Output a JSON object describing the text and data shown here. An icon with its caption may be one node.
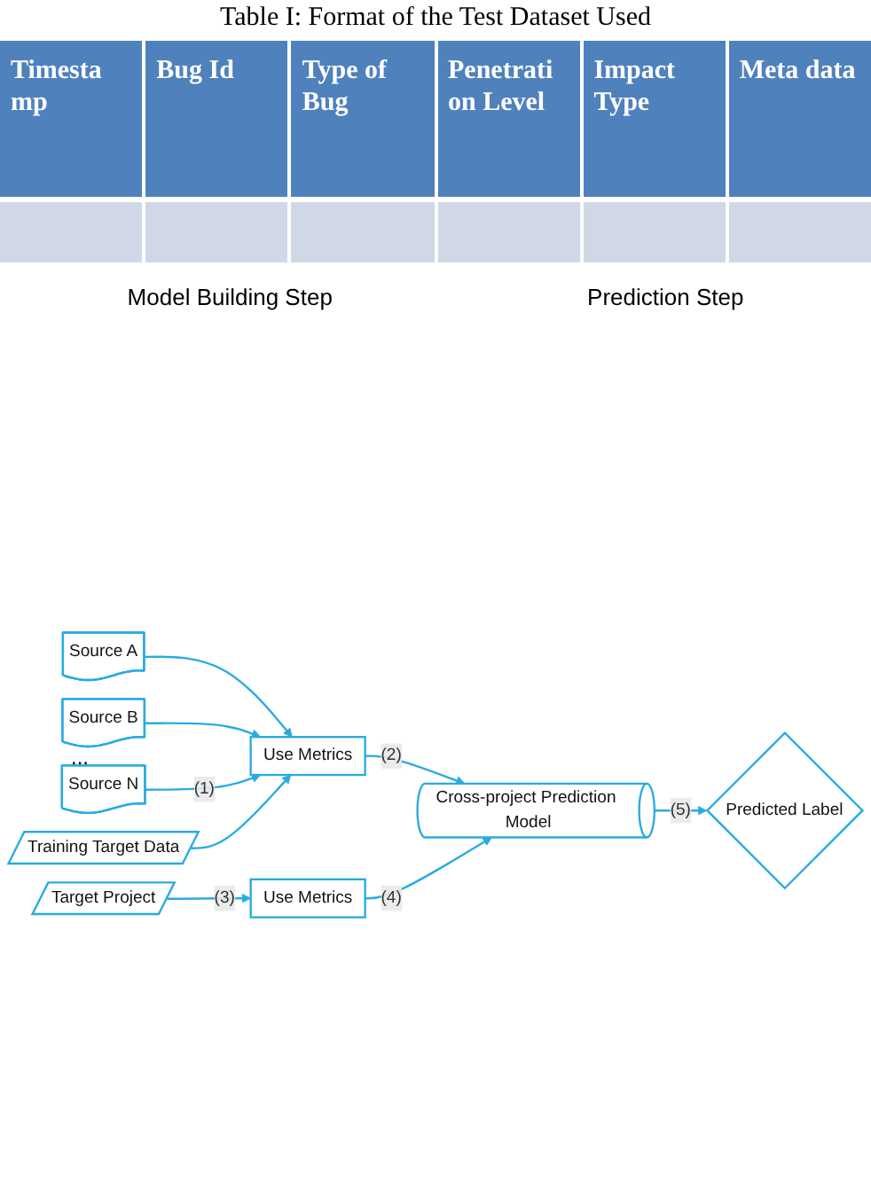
{
  "diagram": {
    "title": "Table I: Format of the Test Dataset Used",
    "nodes": [
      {
        "text": [
          "Source A"
        ]
      },
      {
        "text": [
          "Source B"
        ]
      },
      {
        "text": [
          "Source N"
        ]
      },
      {
        "text": [
          "Training Target Data"
        ]
      },
      {
        "text": [
          "Use Metrics"
        ]
      },
      {
        "text": [
          "Cross-project Prediction Model"
        ]
      },
      {
        "text": [
          "Target Project"
        ]
      },
      {
        "text": [
          "Use Metrics"
        ]
      },
      {
        "text": [
          "Predicted Label"
        ]
      }
    ],
    "edges": [
      {
        "from": 0,
        "to": 4,
        "arrow": "to"
      },
      {
        "from": 1,
        "to": 4,
        "arrow": "to"
      },
      {
        "from": 2,
        "to": 4,
        "arrow": "to",
        "label": "(1)"
      },
      {
        "from": 3,
        "to": 4,
        "arrow": "to"
      },
      {
        "from": 4,
        "to": 5,
        "arrow": "to",
        "label": "(2)"
      },
      {
        "from": 6,
        "to": 7,
        "arrow": "to",
        "label": "(3)"
      },
      {
        "from": 7,
        "to": 5,
        "arrow": "to",
        "label": "(4)"
      },
      {
        "from": 5,
        "to": 8,
        "arrow": "to",
        "label": "(5)"
      }
    ],
    "labels": [
      "Timesta mp",
      "Bug Id",
      "Type of Bug",
      "Penetrati on Level",
      "Impact Type",
      "Meta data",
      "Model Building Step",
      "Prediction Step",
      "..."
    ]
  }
}
